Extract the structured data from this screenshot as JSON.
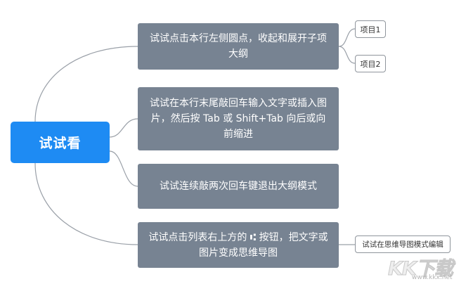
{
  "root": {
    "label": "试试看"
  },
  "branches": [
    {
      "label": "试试点击本行左侧圆点，收起和展开子项大纲"
    },
    {
      "label": "试试在本行末尾敲回车输入文字或插入图片，然后按 Tab 或 Shift+Tab 向后或向前缩进"
    },
    {
      "label": "试试连续敲两次回车键退出大纲模式"
    },
    {
      "label": "试试点击列表右上方的 ⑆ 按钮，把文字或图片变成思维导图"
    }
  ],
  "leaves": [
    {
      "label": "项目1"
    },
    {
      "label": "项目2"
    },
    {
      "label": "试试在思维导图模式编辑"
    }
  ],
  "watermark": {
    "mark": "KK下载",
    "url": "www.kkx.net"
  },
  "colors": {
    "root_fill": "#1e8bf3",
    "branch_fill": "#778392",
    "leaf_border": "#8f959c",
    "connector": "#9aa0a8"
  }
}
